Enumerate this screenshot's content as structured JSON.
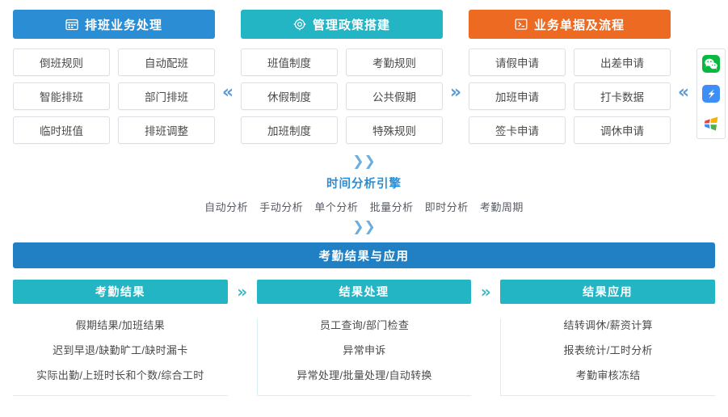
{
  "top_columns": [
    {
      "id": "scheduling",
      "icon": "calendar-icon",
      "title": "排班业务处理",
      "color": "#2b8ed4",
      "cells": [
        "倒班规则",
        "自动配班",
        "智能排班",
        "部门排班",
        "临时班值",
        "排班调整"
      ]
    },
    {
      "id": "policy",
      "icon": "gear-icon",
      "title": "管理政策搭建",
      "color": "#23b5c4",
      "cells": [
        "班值制度",
        "考勤规则",
        "休假制度",
        "公共假期",
        "加班制度",
        "特殊规则"
      ]
    },
    {
      "id": "documents",
      "icon": "form-icon",
      "title": "业务单据及流程",
      "color": "#ec6a21",
      "cells": [
        "请假申请",
        "出差申请",
        "加班申请",
        "打卡数据",
        "签卡申请",
        "调休申请"
      ]
    }
  ],
  "separators": {
    "between_1_2": "«",
    "between_2_3": "»",
    "before_icons": "«"
  },
  "app_icons": [
    {
      "name": "wechat-icon",
      "color": "#09b83e"
    },
    {
      "name": "dingtalk-icon",
      "color": "#3d8ef5"
    },
    {
      "name": "windows-icon",
      "color": "#f0a30a"
    }
  ],
  "engine": {
    "arrow_top": "❯❯",
    "arrow_bottom": "❯❯",
    "title": "时间分析引擎",
    "tags": [
      "自动分析",
      "手动分析",
      "单个分析",
      "批量分析",
      "即时分析",
      "考勤周期"
    ]
  },
  "banner": {
    "title": "考勤结果与应用",
    "color": "#2180c4"
  },
  "bottom_columns": [
    {
      "id": "results",
      "title": "考勤结果",
      "lines": [
        "假期结果/加班结果",
        "迟到早退/缺勤旷工/缺时漏卡",
        "实际出勤/上班时长和个数/综合工时"
      ]
    },
    {
      "id": "processing",
      "title": "结果处理",
      "lines": [
        "员工查询/部门检查",
        "异常申诉",
        "异常处理/批量处理/自动转换"
      ]
    },
    {
      "id": "application",
      "title": "结果应用",
      "lines": [
        "结转调休/薪资计算",
        "报表统计/工时分析",
        "考勤审核冻结"
      ]
    }
  ],
  "bottom_separators": {
    "between_1_2": "»",
    "between_2_3": "»"
  }
}
